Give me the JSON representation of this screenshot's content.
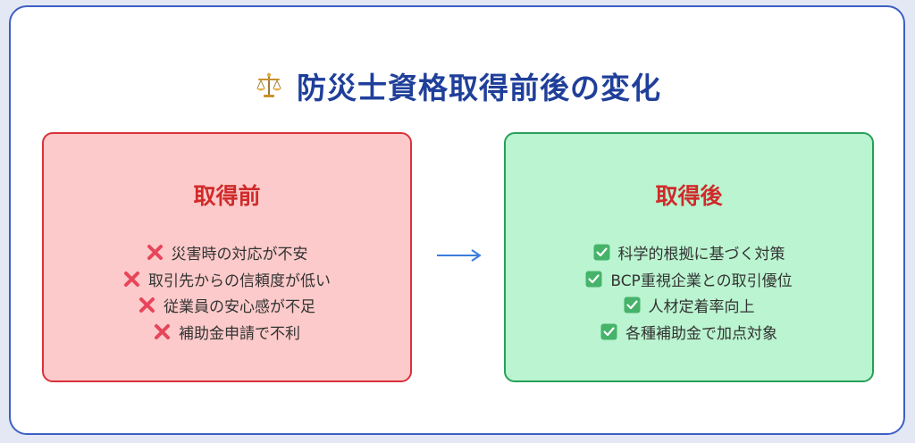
{
  "title": {
    "icon": "balance-scale-icon",
    "text": "防災士資格取得前後の変化"
  },
  "before": {
    "heading": "取得前",
    "mark_icon": "cross-mark-icon",
    "mark_color": "#e8455a",
    "items": [
      "災害時の対応が不安",
      "取引先からの信頼度が低い",
      "従業員の安心感が不足",
      "補助金申請で不利"
    ]
  },
  "after": {
    "heading": "取得後",
    "mark_icon": "check-box-icon",
    "mark_color": "#46b36a",
    "items": [
      "科学的根拠に基づく対策",
      "BCP重視企業との取引優位",
      "人材定着率向上",
      "各種補助金で加点対象"
    ]
  },
  "arrow": {
    "icon": "right-arrow-icon",
    "color": "#3b7ddd"
  },
  "colors": {
    "title": "#1f3f9a",
    "frame_border": "#3d5fc4",
    "before_bg": "#fccaca",
    "before_border": "#d9313b",
    "after_bg": "#baf4d0",
    "after_border": "#26a05a",
    "heading": "#d02a2a"
  }
}
